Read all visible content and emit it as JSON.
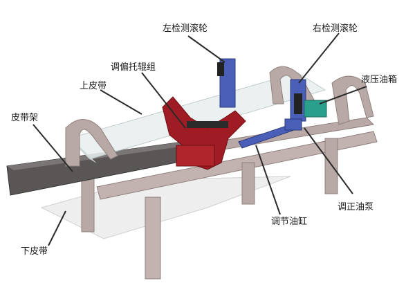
{
  "labels": {
    "left_detect_roller": "左检测滚轮",
    "right_detect_roller": "右检测滚轮",
    "deviation_roller_group": "调偏托辊组",
    "upper_belt": "上皮带",
    "hydraulic_tank": "液压油箱",
    "belt_frame": "皮带架",
    "adjusting_cylinder": "调节油缸",
    "correcting_pump": "调正油泵",
    "lower_belt": "下皮带"
  },
  "colors": {
    "frame": "#b8a9a6",
    "frame_dark": "#8f807d",
    "red_group": "#a01c24",
    "blue": "#4a5fb8",
    "teal": "#2aa08c",
    "rail": "#5a5656",
    "belt": "#e8eeee"
  }
}
